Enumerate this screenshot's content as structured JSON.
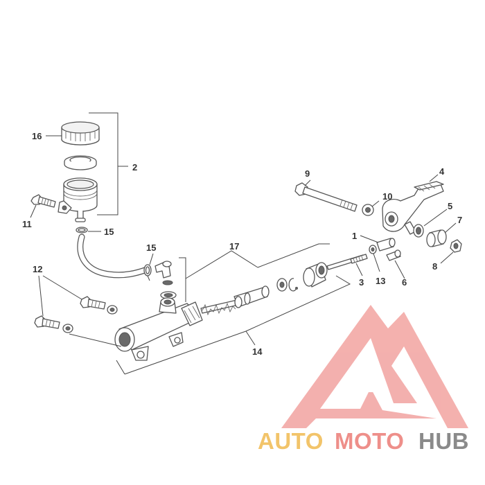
{
  "callouts": {
    "c1": "1",
    "c2": "2",
    "c3": "3",
    "c4": "4",
    "c5": "5",
    "c6": "6",
    "c7": "7",
    "c8": "8",
    "c9": "9",
    "c10": "10",
    "c11": "11",
    "c12": "12",
    "c13": "13",
    "c14": "14",
    "c15a": "15",
    "c15b": "15",
    "c16": "16",
    "c17": "17"
  },
  "watermark": {
    "part1": "AUTO",
    "part2": "MOTO",
    "part3": "HUB",
    "colors": {
      "auto": "#f2c46a",
      "moto": "#ee8f8a",
      "hub": "#8a8a8a",
      "logo": "#f2a3a0"
    }
  }
}
